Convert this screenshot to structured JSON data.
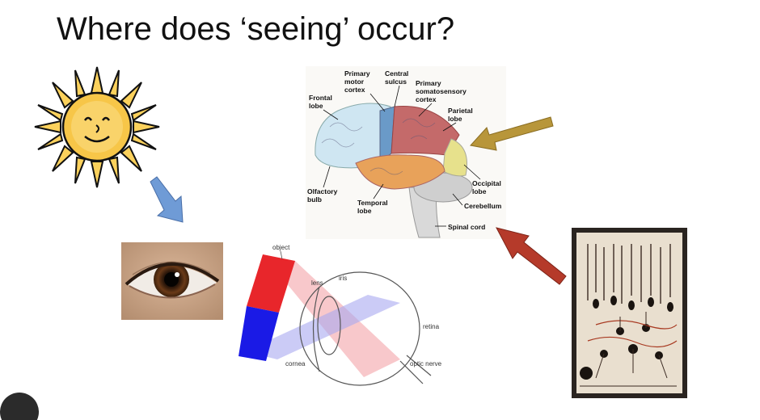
{
  "slide": {
    "title": "Where does ‘seeing’ occur?"
  },
  "brain_diagram": {
    "labels": {
      "primary_motor_cortex": [
        "Primary",
        "motor",
        "cortex"
      ],
      "central_sulcus": [
        "Central",
        "sulcus"
      ],
      "primary_somatosensory_cortex": [
        "Primary",
        "somatosensory",
        "cortex"
      ],
      "frontal_lobe": [
        "Frontal",
        "lobe"
      ],
      "parietal_lobe": [
        "Parietal",
        "lobe"
      ],
      "occipital_lobe": [
        "Occipital",
        "lobe"
      ],
      "olfactory_bulb": [
        "Olfactory",
        "bulb"
      ],
      "temporal_lobe": [
        "Temporal",
        "lobe"
      ],
      "cerebellum": [
        "Cerebellum"
      ],
      "spinal_cord": [
        "Spinal cord"
      ]
    }
  },
  "eye_optics_diagram": {
    "labels": {
      "object": "object",
      "lens": "lens",
      "iris": "iris",
      "retina": "retina",
      "cornea": "cornea",
      "optic_nerve": "optic nerve"
    }
  },
  "colors": {
    "arrow_blue": "#6f9bd6",
    "arrow_gold": "#b8963a",
    "arrow_red": "#b53a2a",
    "object_red": "#e8262b",
    "object_blue": "#1a1ae6"
  },
  "icons": [
    "sun-clipart-icon",
    "eye-photo-icon",
    "retina-drawing-icon"
  ]
}
